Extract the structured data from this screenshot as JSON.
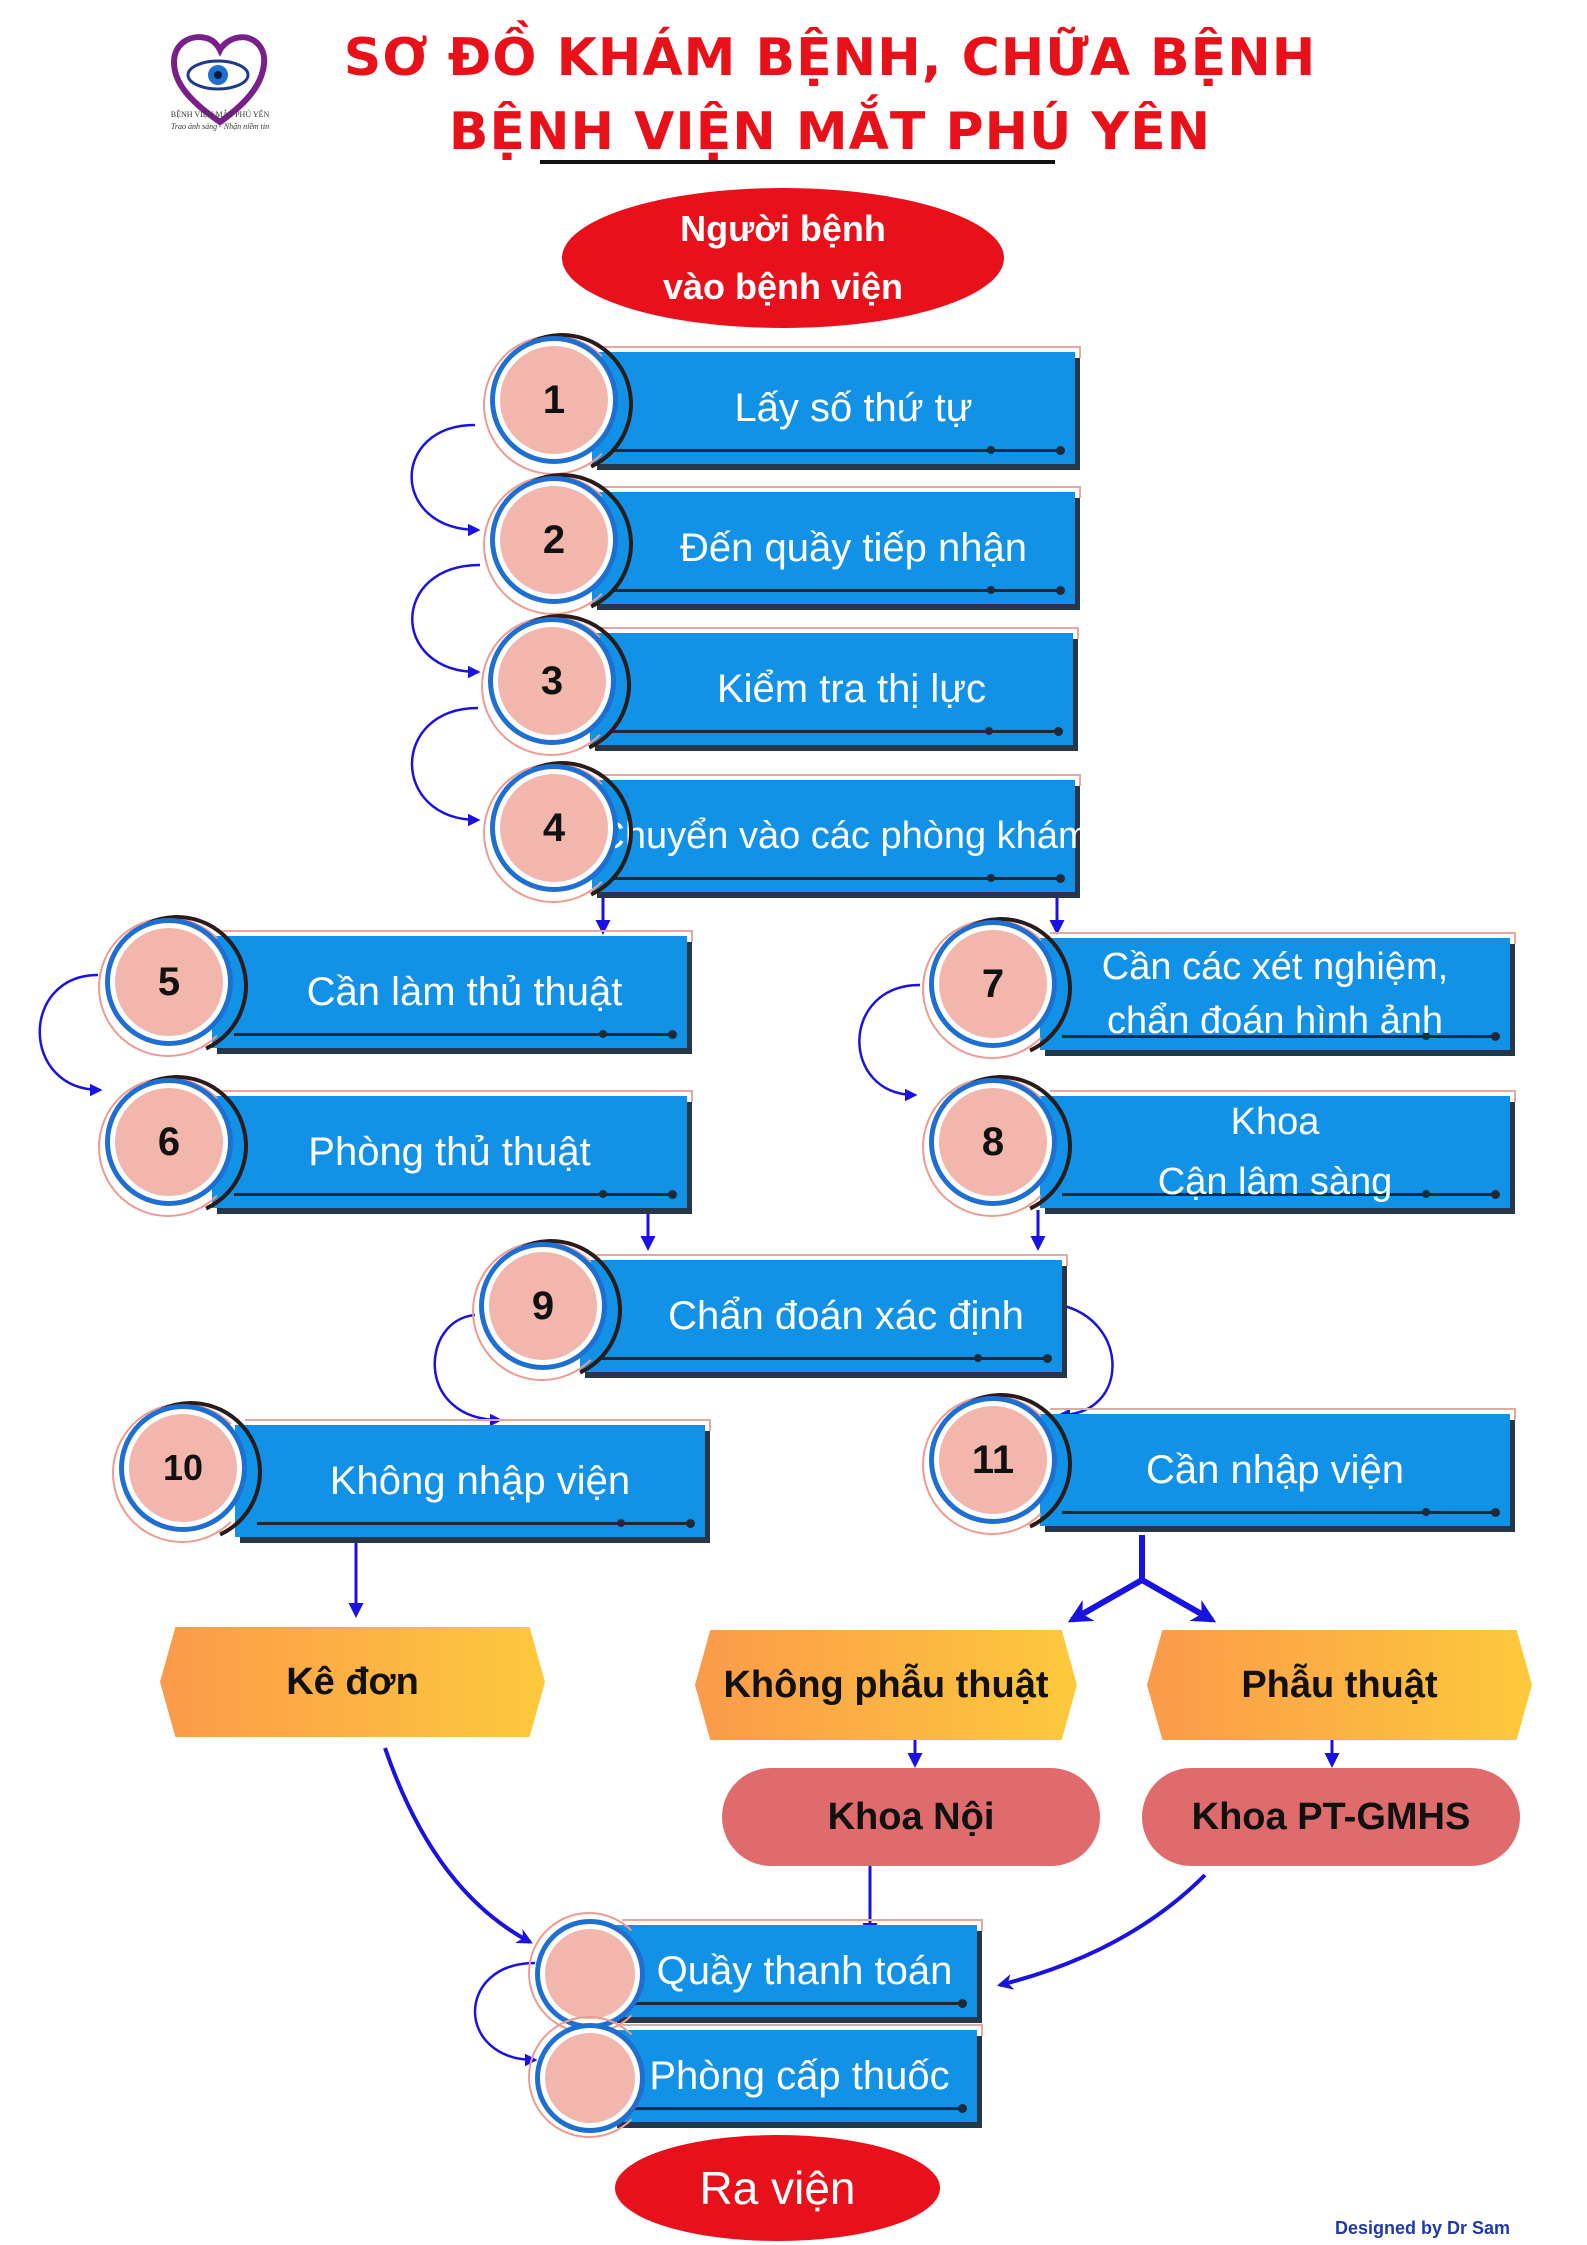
{
  "header": {
    "title_line1": "SƠ ĐỒ KHÁM BỆNH, CHỮA BỆNH",
    "title_line2": "BỆNH VIỆN MẮT PHÚ YÊN",
    "logo_name": "BỆNH VIỆN MẮT PHÚ YÊN",
    "logo_slogan": "Trao ánh sáng - Nhận niềm tin",
    "logo_icon": "eye-heart-icon"
  },
  "start": {
    "line1": "Người bệnh",
    "line2": "vào bệnh viện"
  },
  "steps": [
    {
      "number": "1",
      "label": "Lấy số thứ tự"
    },
    {
      "number": "2",
      "label": "Đến quầy tiếp nhận"
    },
    {
      "number": "3",
      "label": "Kiểm tra thị lực"
    },
    {
      "number": "4",
      "label": "Chuyển vào các phòng khám"
    },
    {
      "number": "5",
      "label": "Cần làm thủ thuật"
    },
    {
      "number": "6",
      "label": "Phòng thủ thuật"
    },
    {
      "number": "7",
      "label_line1": "Cần  các xét nghiệm,",
      "label_line2": "chẩn đoán hình ảnh"
    },
    {
      "number": "8",
      "label_line1": "Khoa",
      "label_line2": "Cận lâm sàng"
    },
    {
      "number": "9",
      "label": "Chẩn đoán xác định"
    },
    {
      "number": "10",
      "label": "Không nhập viện"
    },
    {
      "number": "11",
      "label": "Cần nhập viện"
    }
  ],
  "outcomes": {
    "prescription": "Kê đơn",
    "no_surgery": "Không phẫu thuật",
    "surgery": "Phẫu thuật",
    "internal_dept": "Khoa Nội",
    "surgery_dept": "Khoa PT-GMHS"
  },
  "final_steps": [
    {
      "label": "Quầy  thanh toán"
    },
    {
      "label": "Phòng cấp thuốc"
    }
  ],
  "end": {
    "label": "Ra viện"
  },
  "credit": "Designed by Dr Sam",
  "colors": {
    "title": "#e8111a",
    "bar": "#1292e6",
    "circle": "#f2b6ad",
    "arrow": "#1a12e0",
    "outcome_gradient_start": "#fb9a4a",
    "outcome_gradient_end": "#fdc93c",
    "dept": "#e06b6d"
  }
}
